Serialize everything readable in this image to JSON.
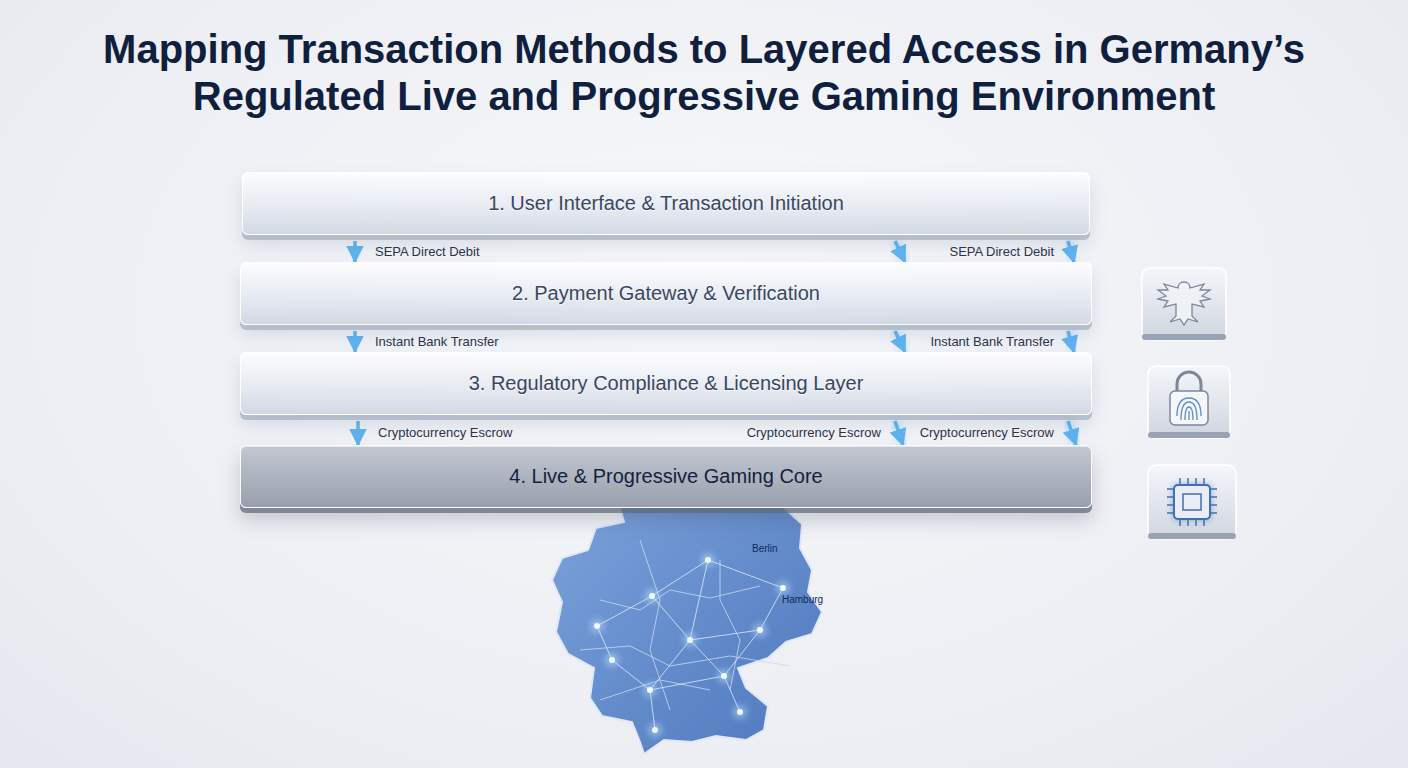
{
  "diagram": {
    "title": "Mapping Transaction Methods to Layered Access in Germany’s Regulated Live and Progressive Gaming Environment",
    "nodes": [
      {
        "text": [
          "1. User Interface & Transaction Initiation"
        ]
      },
      {
        "text": [
          "2. Payment Gateway & Verification"
        ]
      },
      {
        "text": [
          "3. Regulatory Compliance & Licensing Layer"
        ]
      },
      {
        "text": [
          "4. Live & Progressive Gaming Core"
        ]
      }
    ],
    "edges": [
      {
        "from": 0,
        "to": 1,
        "label": "SEPA Direct Debit",
        "arrow": "to"
      },
      {
        "from": 0,
        "to": 1,
        "arrow": "to"
      },
      {
        "from": 0,
        "to": 1,
        "label": "SEPA Direct Debit",
        "arrow": "to"
      },
      {
        "from": 1,
        "to": 2,
        "label": "Instant Bank Transfer",
        "arrow": "to"
      },
      {
        "from": 1,
        "to": 2,
        "arrow": "to"
      },
      {
        "from": 1,
        "to": 2,
        "label": "Instant Bank Transfer",
        "arrow": "to"
      },
      {
        "from": 2,
        "to": 3,
        "label": "Cryptocurrency Escrow",
        "arrow": "to"
      },
      {
        "from": 2,
        "to": 3,
        "label": "Cryptocurrency Escrow",
        "arrow": "to"
      },
      {
        "from": 2,
        "to": 3,
        "label": "Cryptocurrency Escrow",
        "arrow": "to"
      }
    ],
    "labels": [
      "Berlin",
      "Hamburg"
    ]
  }
}
